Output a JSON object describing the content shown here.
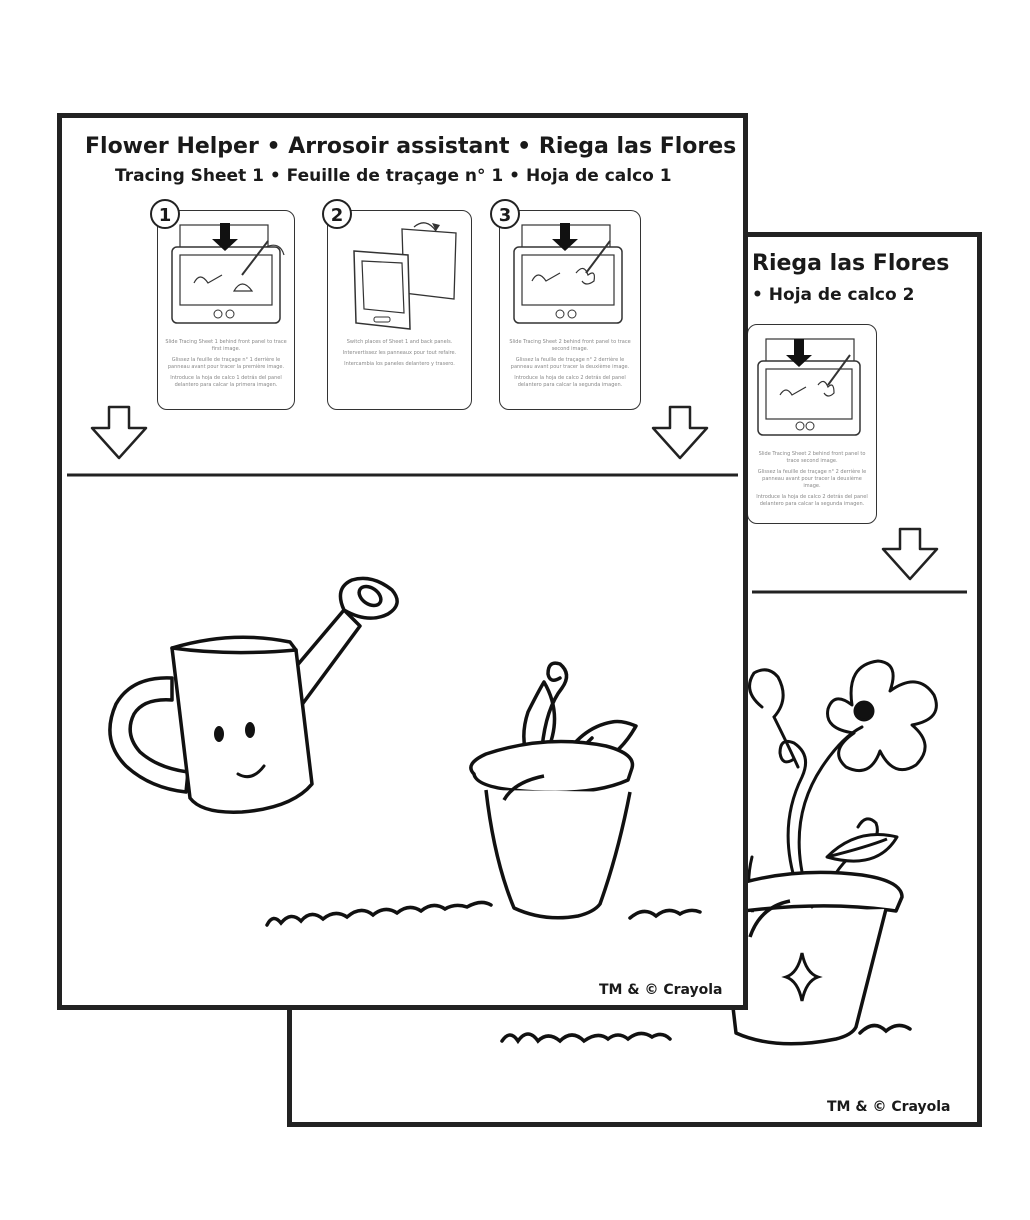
{
  "front": {
    "title_line1": "Flower Helper • Arrosoir assistant • Riega las Flores",
    "title_line2": "Tracing Sheet 1  • Feuille de traçage n° 1  • Hoja de calco 1",
    "steps": [
      {
        "num": "1",
        "text_en": "Slide Tracing Sheet 1 behind front panel to trace first image.",
        "text_fr": "Glissez la feuille de traçage n° 1 derrière le panneau avant pour tracer la première image.",
        "text_es": "Introduce la hoja de calco 1 detrás del panel delantero para calcar la primera imagen."
      },
      {
        "num": "2",
        "text_en": "Switch places of Sheet 1 and back panels.",
        "text_fr": "Intervertissez les panneaux pour tout refaire.",
        "text_es": "Intercambia los paneles delantero y trasero."
      },
      {
        "num": "3",
        "text_en": "Slide Tracing Sheet 2 behind front panel to trace second image.",
        "text_fr": "Glissez la feuille de traçage n° 2 derrière le panneau avant pour tracer la deuxième image.",
        "text_es": "Introduce la hoja de calco 2 detrás del panel delantero para calcar la segunda imagen."
      }
    ],
    "trademark": "TM & © Crayola"
  },
  "back": {
    "title_line1": "Riega las Flores",
    "title_line2": "• Hoja de calco 2",
    "step_text_en": "Slide Tracing Sheet 2 behind front panel to trace second image.",
    "step_text_fr": "Glissez la feuille de traçage n° 2 derrière le panneau avant pour tracer la deuxième image.",
    "step_text_es": "Introduce la hoja de calco 2 detrás del panel delantero para calcar la segunda imagen.",
    "trademark": "TM & © Crayola"
  },
  "icons": [
    "down-arrow-icon",
    "pencil-icon",
    "rotate-arrow-icon",
    "watering-can-icon",
    "flower-pot-icon",
    "flower-icon",
    "sparkle-icon"
  ],
  "colors": {
    "ink": "#1a1a1a",
    "paper": "#ffffff",
    "faint_text": "#888888"
  }
}
